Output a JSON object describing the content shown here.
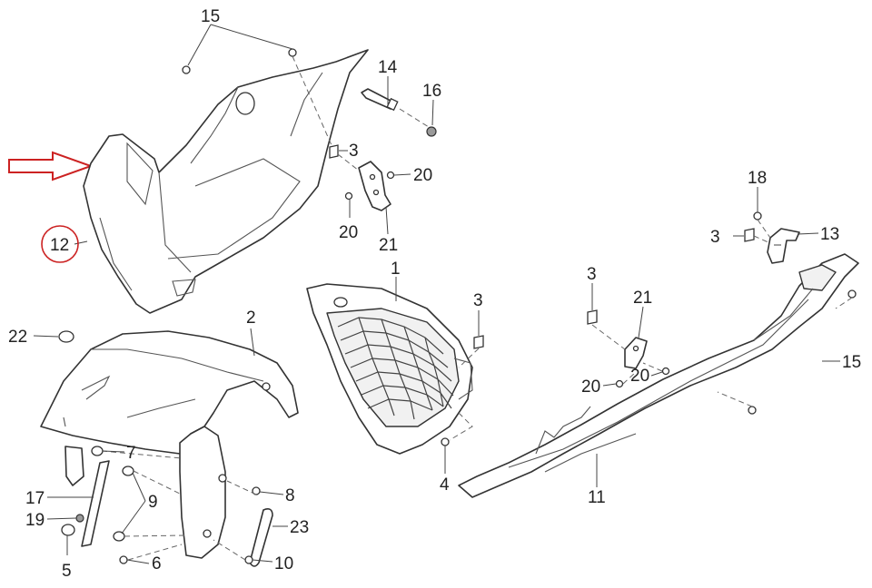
{
  "diagram": {
    "callouts": [
      {
        "id": "c15a",
        "text": "15"
      },
      {
        "id": "c14",
        "text": "14"
      },
      {
        "id": "c16",
        "text": "16"
      },
      {
        "id": "c3a",
        "text": "3"
      },
      {
        "id": "c20a",
        "text": "20"
      },
      {
        "id": "c20b",
        "text": "20"
      },
      {
        "id": "c21a",
        "text": "21"
      },
      {
        "id": "c12",
        "text": "12"
      },
      {
        "id": "c18",
        "text": "18"
      },
      {
        "id": "c3b",
        "text": "3"
      },
      {
        "id": "c13",
        "text": "13"
      },
      {
        "id": "c1",
        "text": "1"
      },
      {
        "id": "c3c",
        "text": "3"
      },
      {
        "id": "c3d",
        "text": "3"
      },
      {
        "id": "c21b",
        "text": "21"
      },
      {
        "id": "c22",
        "text": "22"
      },
      {
        "id": "c2",
        "text": "2"
      },
      {
        "id": "c15b",
        "text": "15"
      },
      {
        "id": "c20c",
        "text": "20"
      },
      {
        "id": "c20d",
        "text": "20"
      },
      {
        "id": "c7",
        "text": "7"
      },
      {
        "id": "c17",
        "text": "17"
      },
      {
        "id": "c9",
        "text": "9"
      },
      {
        "id": "c8",
        "text": "8"
      },
      {
        "id": "c4",
        "text": "4"
      },
      {
        "id": "c11",
        "text": "11"
      },
      {
        "id": "c19",
        "text": "19"
      },
      {
        "id": "c23",
        "text": "23"
      },
      {
        "id": "c5",
        "text": "5"
      },
      {
        "id": "c6",
        "text": "6"
      },
      {
        "id": "c10",
        "text": "10"
      }
    ],
    "highlight": {
      "callout": "12",
      "color": "#cc2222"
    },
    "arrow": {
      "color": "#cc2222"
    }
  }
}
